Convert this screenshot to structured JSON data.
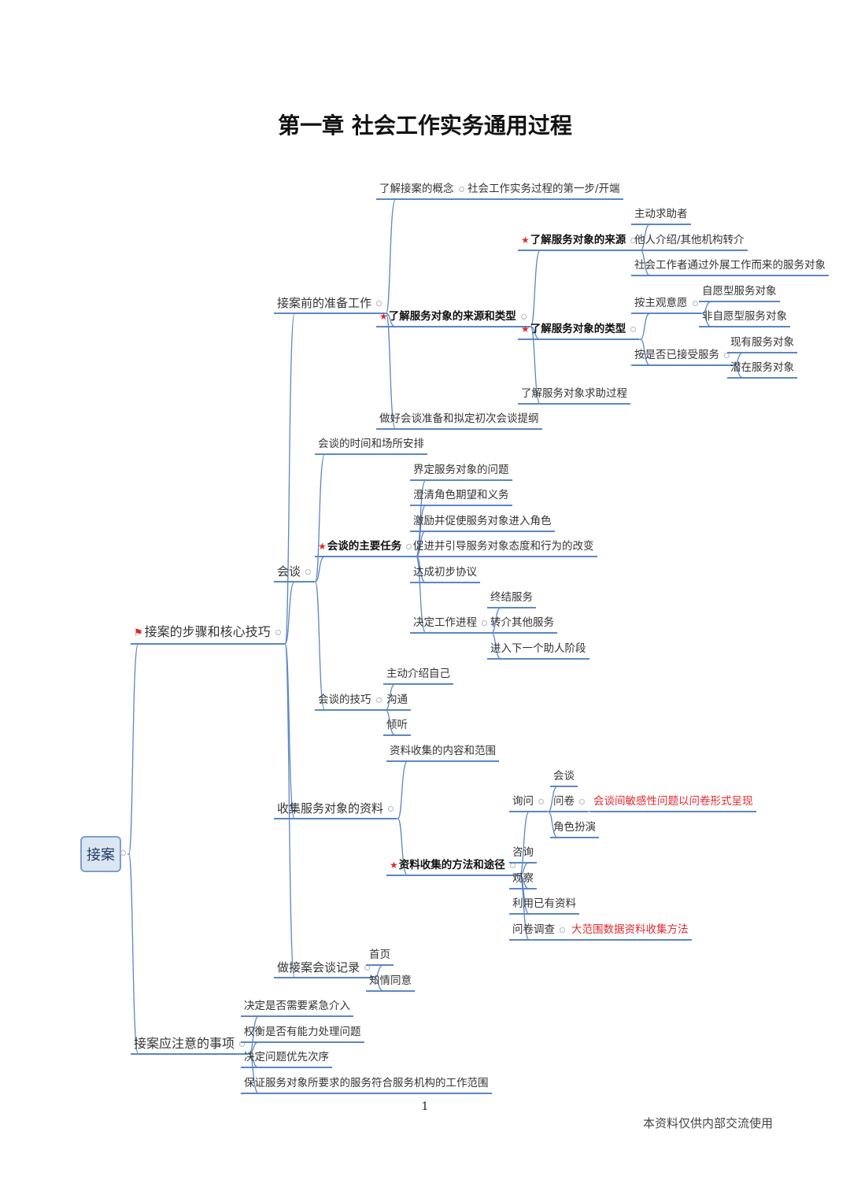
{
  "page_title": "第一章  社会工作实务通用过程",
  "page_number": "1",
  "footer": "本资料仅供内部交流使用",
  "colors": {
    "branch_line": "#5b87c2",
    "highlight": "#e0292e",
    "root_fill": "#dbe6f3"
  },
  "mindmap": {
    "root": "接案",
    "nodes": {
      "a": "接案的步骤和核心技巧",
      "b": "接案应注意的事项",
      "a1": "接案前的准备工作",
      "a2": "会谈",
      "a3": "收集服务对象的资料",
      "a4": "做接案会谈记录",
      "a1a": "了解接案的概念",
      "a1a1": "社会工作实务过程的第一步/开端",
      "a1b": "了解服务对象的来源和类型",
      "a1b1": "了解服务对象的来源",
      "a1b1a": "主动求助者",
      "a1b1b": "他人介绍/其他机构转介",
      "a1b1c": "社会工作者通过外展工作而来的服务对象",
      "a1b2": "了解服务对象的类型",
      "a1b2a": "按主观意愿",
      "a1b2a1": "自愿型服务对象",
      "a1b2a2": "非自愿型服务对象",
      "a1b2b": "按是否已接受服务",
      "a1b2b1": "现有服务对象",
      "a1b2b2": "潜在服务对象",
      "a1b3": "了解服务对象求助过程",
      "a1c": "做好会谈准备和拟定初次会谈提纲",
      "a2a": "会谈的时间和场所安排",
      "a2b": "会谈的主要任务",
      "a2b1": "界定服务对象的问题",
      "a2b2": "澄清角色期望和义务",
      "a2b3": "激励并促使服务对象进入角色",
      "a2b4": "促进并引导服务对象态度和行为的改变",
      "a2b5": "达成初步协议",
      "a2b6": "决定工作进程",
      "a2b6a": "终结服务",
      "a2b6b": "转介其他服务",
      "a2b6c": "进入下一个助人阶段",
      "a2c": "会谈的技巧",
      "a2c1": "主动介绍自己",
      "a2c2": "沟通",
      "a2c3": "倾听",
      "a3a": "资料收集的内容和范围",
      "a3b": "资料收集的方法和途径",
      "a3b1": "询问",
      "a3b1a": "会谈",
      "a3b1b": "问卷",
      "a3b1b1": "会谈间敏感性问题以问卷形式呈现",
      "a3b1c": "角色扮演",
      "a3b2": "咨询",
      "a3b3": "观察",
      "a3b4": "利用已有资料",
      "a3b5": "问卷调查",
      "a3b5a": "大范围数据资料收集方法",
      "a4a": "首页",
      "a4b": "知情同意",
      "b1": "决定是否需要紧急介入",
      "b2": "权衡是否有能力处理问题",
      "b3": "决定问题优先次序",
      "b4": "保证服务对象所要求的服务符合服务机构的工作范围"
    }
  }
}
